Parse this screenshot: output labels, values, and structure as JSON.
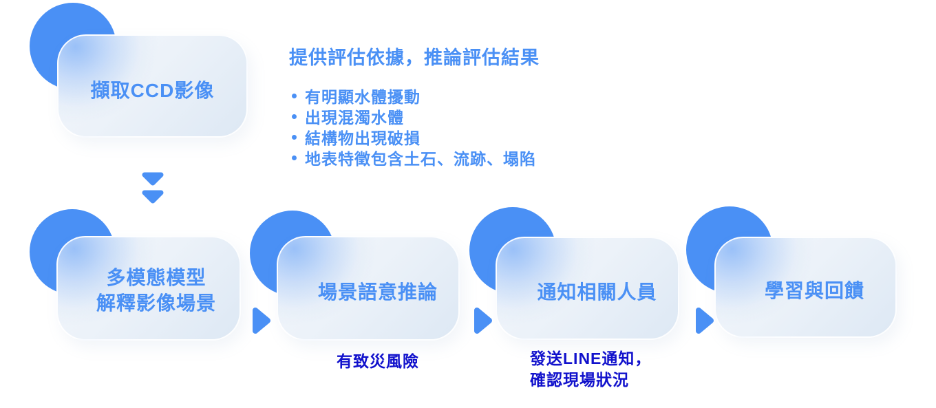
{
  "colors": {
    "primary_blue": "#4a90f5",
    "accent_navy": "#1111cc",
    "card_light": "#f2f6fb",
    "card_shade": "#dde8f4"
  },
  "criteria": {
    "title": "提供評估依據，推論評估結果",
    "bullets": [
      "有明顯水體擾動",
      "出現混濁水體",
      "結構物出現破損",
      "地表特徵包含土石、流跡、塌陷"
    ]
  },
  "flow": {
    "capture": {
      "label": "擷取CCD影像"
    },
    "model": {
      "label_line1": "多模態模型",
      "label_line2": "解釋影像場景"
    },
    "semantic": {
      "label": "場景語意推論",
      "caption": "有致災風險"
    },
    "notify": {
      "label": "通知相關人員",
      "caption_line1": "發送LINE通知，",
      "caption_line2": "確認現場狀況"
    },
    "learn": {
      "label": "學習與回饋"
    }
  }
}
